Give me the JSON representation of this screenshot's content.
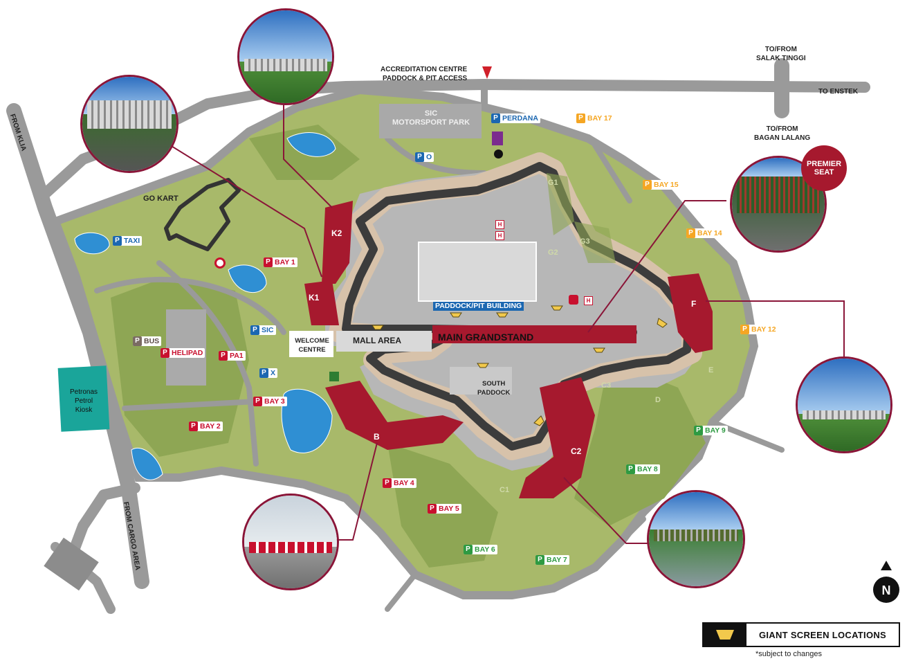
{
  "colors": {
    "grass": "#a8b96a",
    "dark_grass": "#7d9a45",
    "road": "#9a9a9a",
    "track": "#3c3c3c",
    "runoff": "#d7c2aa",
    "grandstand": "#a6192e",
    "water": "#2f8fd3",
    "accent": "#8a1538"
  },
  "access": {
    "accreditation_line1": "ACCREDITATION CENTRE",
    "accreditation_line2": "PADDOCK & PIT ACCESS",
    "to_enstek": "TO ENSTEK",
    "salak_line1": "TO/FROM",
    "salak_line2": "SALAK TINGGI",
    "bagan_line1": "TO/FROM",
    "bagan_line2": "BAGAN LALANG",
    "from_klia": "FROM KLIA",
    "from_cargo": "FROM CARGO AREA"
  },
  "areas": {
    "sic_line1": "SIC",
    "sic_line2": "MOTORSPORT PARK",
    "go_kart": "GO KART",
    "welcome_line1": "WELCOME",
    "welcome_line2": "CENTRE",
    "mall_area": "MALL AREA",
    "main_grandstand": "MAIN GRANDSTAND",
    "paddock_pit": "PADDOCK/PIT BUILDING",
    "south_line1": "SOUTH",
    "south_line2": "PADDOCK",
    "petronas_line1": "Petronas",
    "petronas_line2": "Petrol",
    "petronas_line3": "Kiosk",
    "premier_line1": "PREMIER",
    "premier_line2": "SEAT"
  },
  "grandstands": [
    "K2",
    "K1",
    "B",
    "C2",
    "F"
  ],
  "hillstands": [
    "G1",
    "G2",
    "G3",
    "C3",
    "D",
    "E",
    "C1"
  ],
  "parking": {
    "p": "P",
    "perdana": "PERDANA",
    "bay17": "BAY 17",
    "bay15": "BAY 15",
    "bay14": "BAY 14",
    "bay12": "BAY 12",
    "bay9": "BAY 9",
    "bay8": "BAY 8",
    "bay7": "BAY 7",
    "bay6": "BAY 6",
    "bay5": "BAY 5",
    "bay4": "BAY 4",
    "bay3": "BAY 3",
    "bay2": "BAY 2",
    "bay1": "BAY 1",
    "pa1": "PA1",
    "px": "X",
    "psic": "SIC",
    "po": "O",
    "taxi": "TAXI",
    "bus": "BUS",
    "helipad": "HELIPAD"
  },
  "legend": {
    "label": "GIANT SCREEN LOCATIONS",
    "note": "*subject to changes"
  },
  "compass": "N",
  "helipad_mark": "H"
}
